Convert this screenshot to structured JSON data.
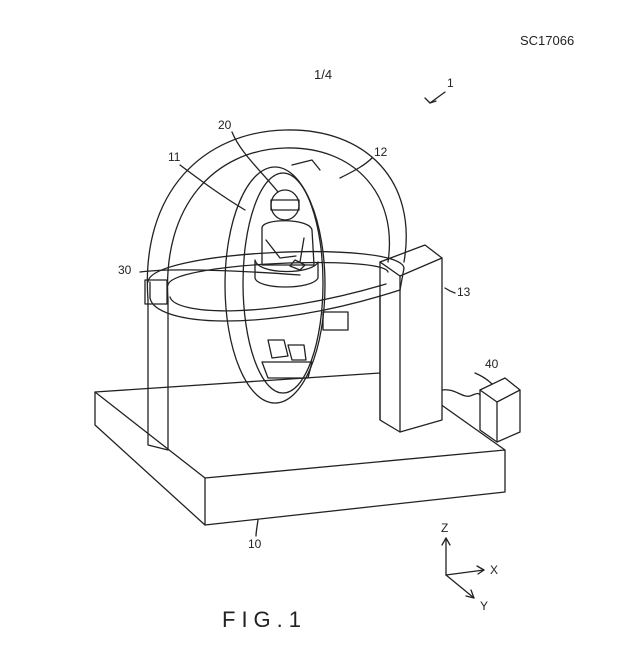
{
  "header": {
    "doc_id": "SC17066",
    "sheet": "1/4"
  },
  "reference_numerals": {
    "device": "1",
    "base": "10",
    "inner_ring": "11",
    "outer_arch": "12",
    "tower": "13",
    "seat_user": "20",
    "middle_ring": "30",
    "controller": "40"
  },
  "axes": {
    "z": "Z",
    "x": "X",
    "y": "Y"
  },
  "caption": "FIG.1"
}
